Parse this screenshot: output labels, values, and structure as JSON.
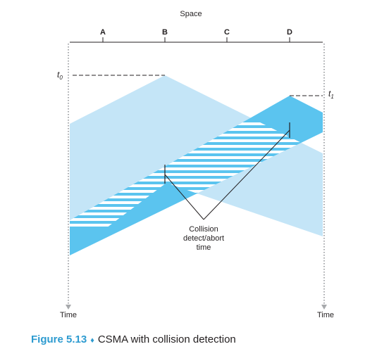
{
  "diagram": {
    "space_label": "Space",
    "nodes": [
      "A",
      "B",
      "C",
      "D"
    ],
    "t0_label": "t",
    "t0_sub": "0",
    "t1_label": "t",
    "t1_sub": "1",
    "time_left": "Time",
    "time_right": "Time",
    "collision_line1": "Collision",
    "collision_line2": "detect/abort",
    "collision_line3": "time",
    "colors": {
      "light_blue": "#c4e5f7",
      "dark_blue": "#5bc4ef",
      "stripe": "#ffffff",
      "dotted_axis": "#a7a9ac",
      "ink": "#231f20",
      "caption_accent": "#2d9bd0"
    }
  },
  "caption": {
    "figure_number": "Figure 5.13",
    "separator": "♦",
    "text": "CSMA with collision detection"
  }
}
